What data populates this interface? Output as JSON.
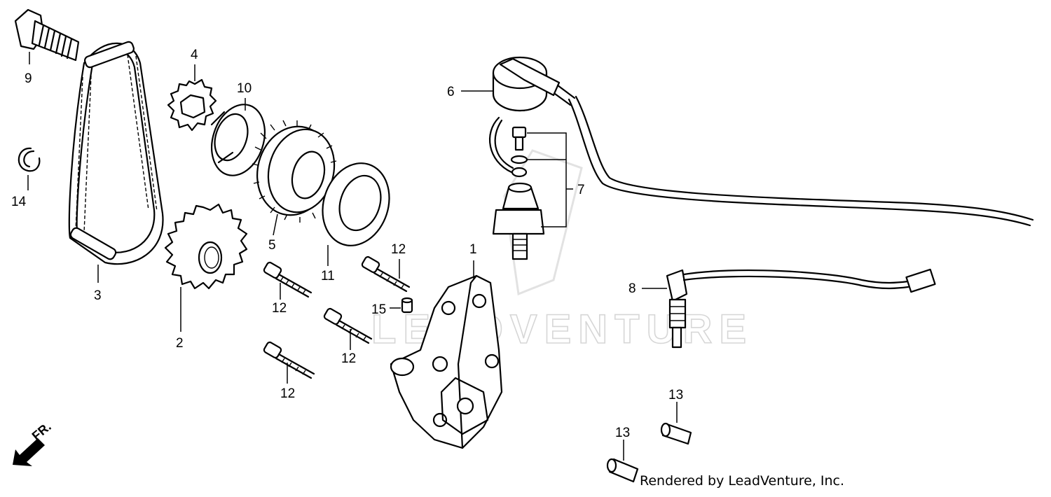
{
  "diagram": {
    "watermark": "LEADVENTURE",
    "credit": "Rendered by LeadVenture, Inc.",
    "front_indicator": "FR.",
    "callouts": {
      "c1": "1",
      "c2": "2",
      "c3": "3",
      "c4": "4",
      "c5": "5",
      "c6": "6",
      "c7": "7",
      "c8": "8",
      "c9": "9",
      "c10": "10",
      "c11": "11",
      "c12a": "12",
      "c12b": "12",
      "c12c": "12",
      "c12d": "12",
      "c13a": "13",
      "c13b": "13",
      "c14": "14",
      "c15": "15"
    }
  }
}
